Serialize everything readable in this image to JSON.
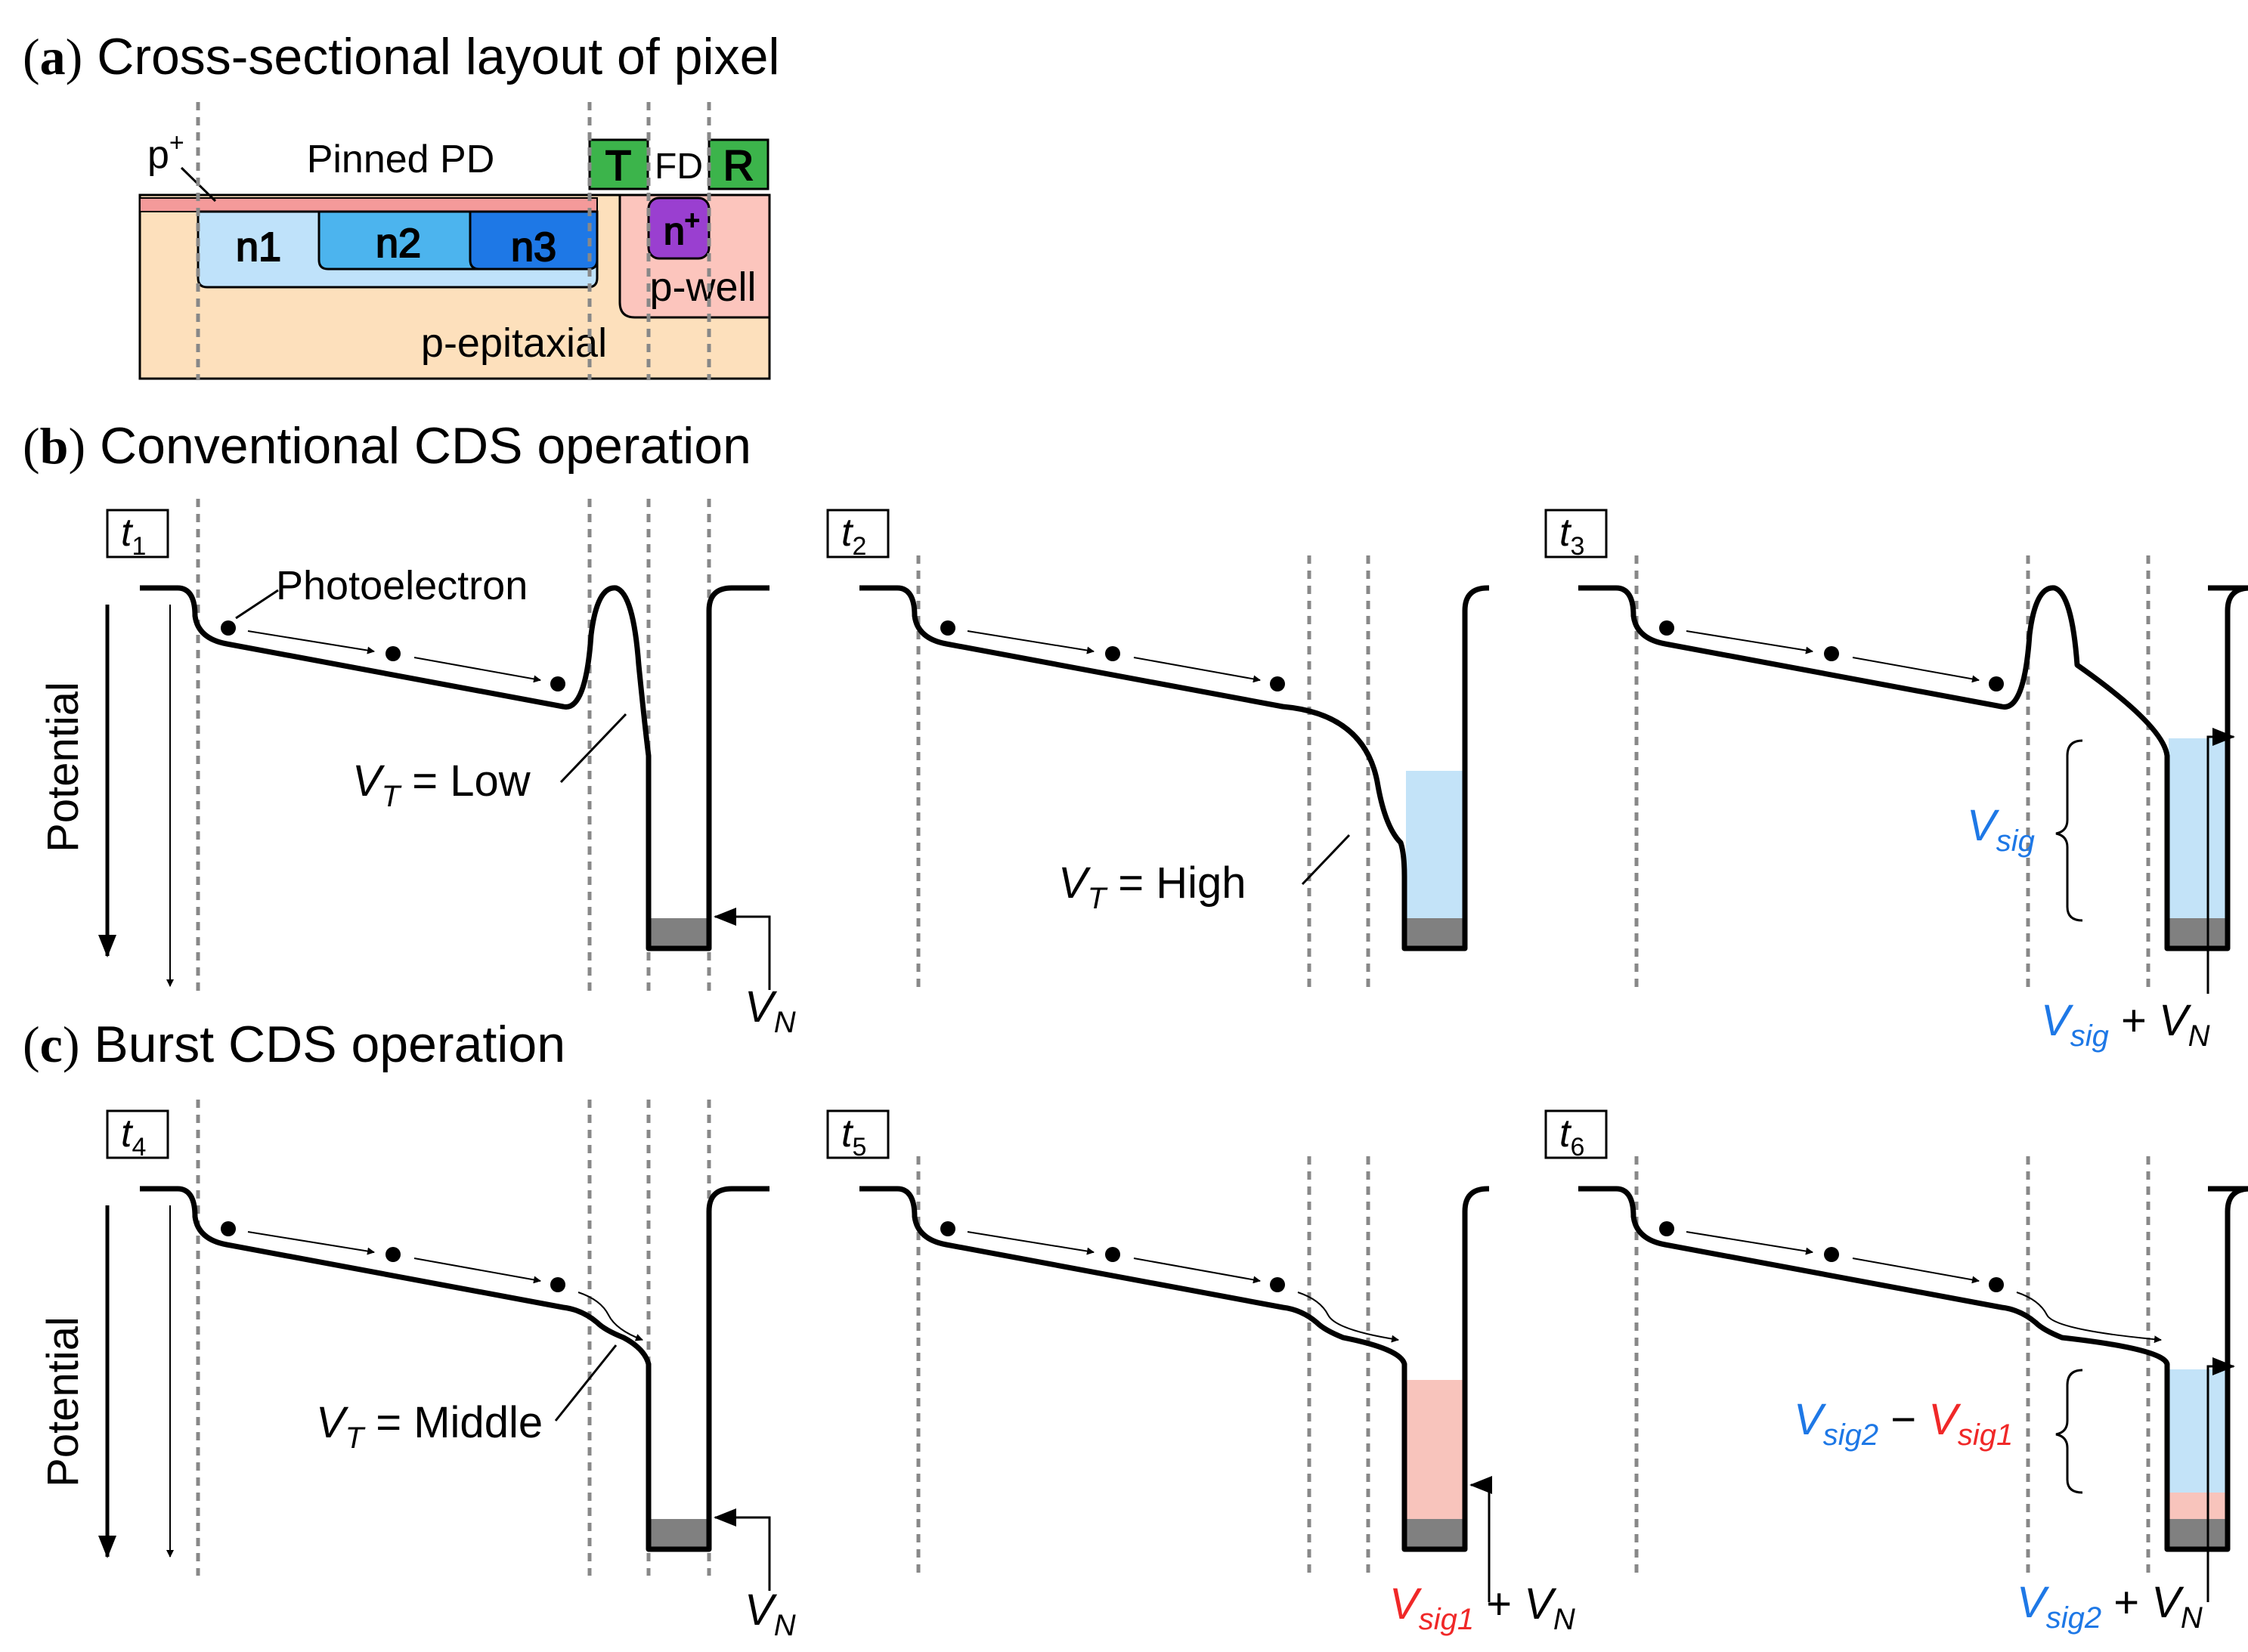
{
  "panels": {
    "a": {
      "letter": "a",
      "title": "Cross-sectional layout of pixel"
    },
    "b": {
      "letter": "b",
      "title": "Conventional CDS operation"
    },
    "c": {
      "letter": "c",
      "title": "Burst CDS operation"
    }
  },
  "layout_labels": {
    "p_plus": "p",
    "p_plus_sup": "+",
    "pinned_pd": "Pinned PD",
    "t_gate": "T",
    "fd": "FD",
    "r_gate": "R",
    "n1": "n1",
    "n2": "n2",
    "n3": "n3",
    "n_plus": "n",
    "n_plus_sup": "+",
    "p_well": "p-well",
    "p_epitaxial": "p-epitaxial"
  },
  "axis": {
    "potential": "Potential"
  },
  "times": [
    {
      "t": "t",
      "sub": "1"
    },
    {
      "t": "t",
      "sub": "2"
    },
    {
      "t": "t",
      "sub": "3"
    },
    {
      "t": "t",
      "sub": "4"
    },
    {
      "t": "t",
      "sub": "5"
    },
    {
      "t": "t",
      "sub": "6"
    }
  ],
  "annotations": {
    "photoelectron": "Photoelectron",
    "v": "V",
    "t_sub": "T",
    "equals": " = ",
    "low": "Low",
    "high": "High",
    "middle": "Middle",
    "n_sub": "N",
    "sig_sub": "sig",
    "sig1_sub": "sig1",
    "sig2_sub": "sig2",
    "plus": " + ",
    "minus": " − "
  },
  "colors": {
    "red": "#f02828",
    "blue": "#1e78e6",
    "pd_n1": "#bfe2fa",
    "pd_n2": "#4cb4ee",
    "pd_n3": "#1e78e6",
    "p_plus_layer": "#f49a9a",
    "p_epi": "#fde0bc",
    "p_well": "#fcc5bd",
    "gate": "#3cb44b",
    "n_plus": "#9a3fd0",
    "charge_blue": "#c3e3f8",
    "charge_red": "#f8c4bc",
    "reset_gray": "#808080"
  }
}
